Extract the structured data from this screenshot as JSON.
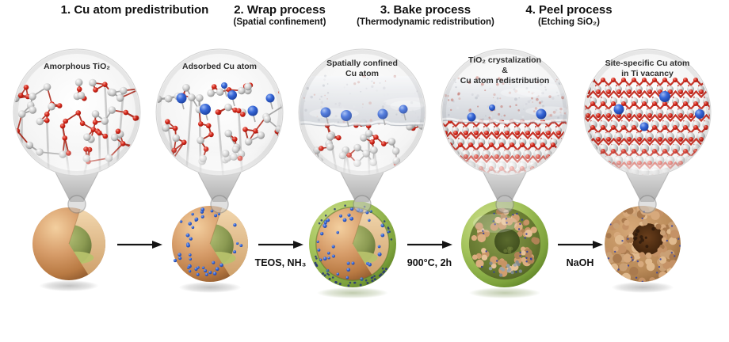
{
  "figure": {
    "steps": [
      {
        "title": "1. Cu atom predistribution",
        "subtitle": ""
      },
      {
        "title": "2. Wrap process",
        "subtitle": "(Spatial confinement)"
      },
      {
        "title": "3. Bake process",
        "subtitle": "(Thermodynamic redistribution)"
      },
      {
        "title": "4. Peel process",
        "subtitle": "(Etching SiO₂)"
      }
    ],
    "insets": [
      {
        "label_lines": [
          "Amorphous TiO₂"
        ],
        "scene": "amorphous-tio2"
      },
      {
        "label_lines": [
          "Adsorbed Cu atom"
        ],
        "scene": "amorphous-with-cu"
      },
      {
        "label_lines": [
          "Spatially confined",
          "Cu atom"
        ],
        "scene": "silica-confined-cu"
      },
      {
        "label_lines": [
          "TiO₂ crystalization",
          "&",
          "Cu atom redistribution"
        ],
        "scene": "crystallizing-with-silica"
      },
      {
        "label_lines": [
          "Site-specific Cu atom",
          "in Ti vacancy"
        ],
        "scene": "crystal-lattice-cu"
      }
    ],
    "particles": [
      {
        "kind": "solid-cutaway"
      },
      {
        "kind": "cutaway-cu-dots"
      },
      {
        "kind": "silica-wrapped"
      },
      {
        "kind": "baked-porous-in-shell"
      },
      {
        "kind": "etched-porous"
      }
    ],
    "arrows": [
      {
        "label": ""
      },
      {
        "label": "TEOS, NH₃"
      },
      {
        "label": "900°C, 2h"
      },
      {
        "label": "NaOH"
      }
    ],
    "colors": {
      "ti_atom": "#b9b9b9",
      "o_atom": "#c21d12",
      "cu_atom": "#2a58c8",
      "silica_layer": "#cfd3d9",
      "sio2_shell_green": "#8fb94c",
      "particle_copper": "#c98f5f",
      "core_olive": "#8d9b52",
      "etched_brown": "#5a3414",
      "background": "#ffffff",
      "text": "#111111"
    }
  }
}
